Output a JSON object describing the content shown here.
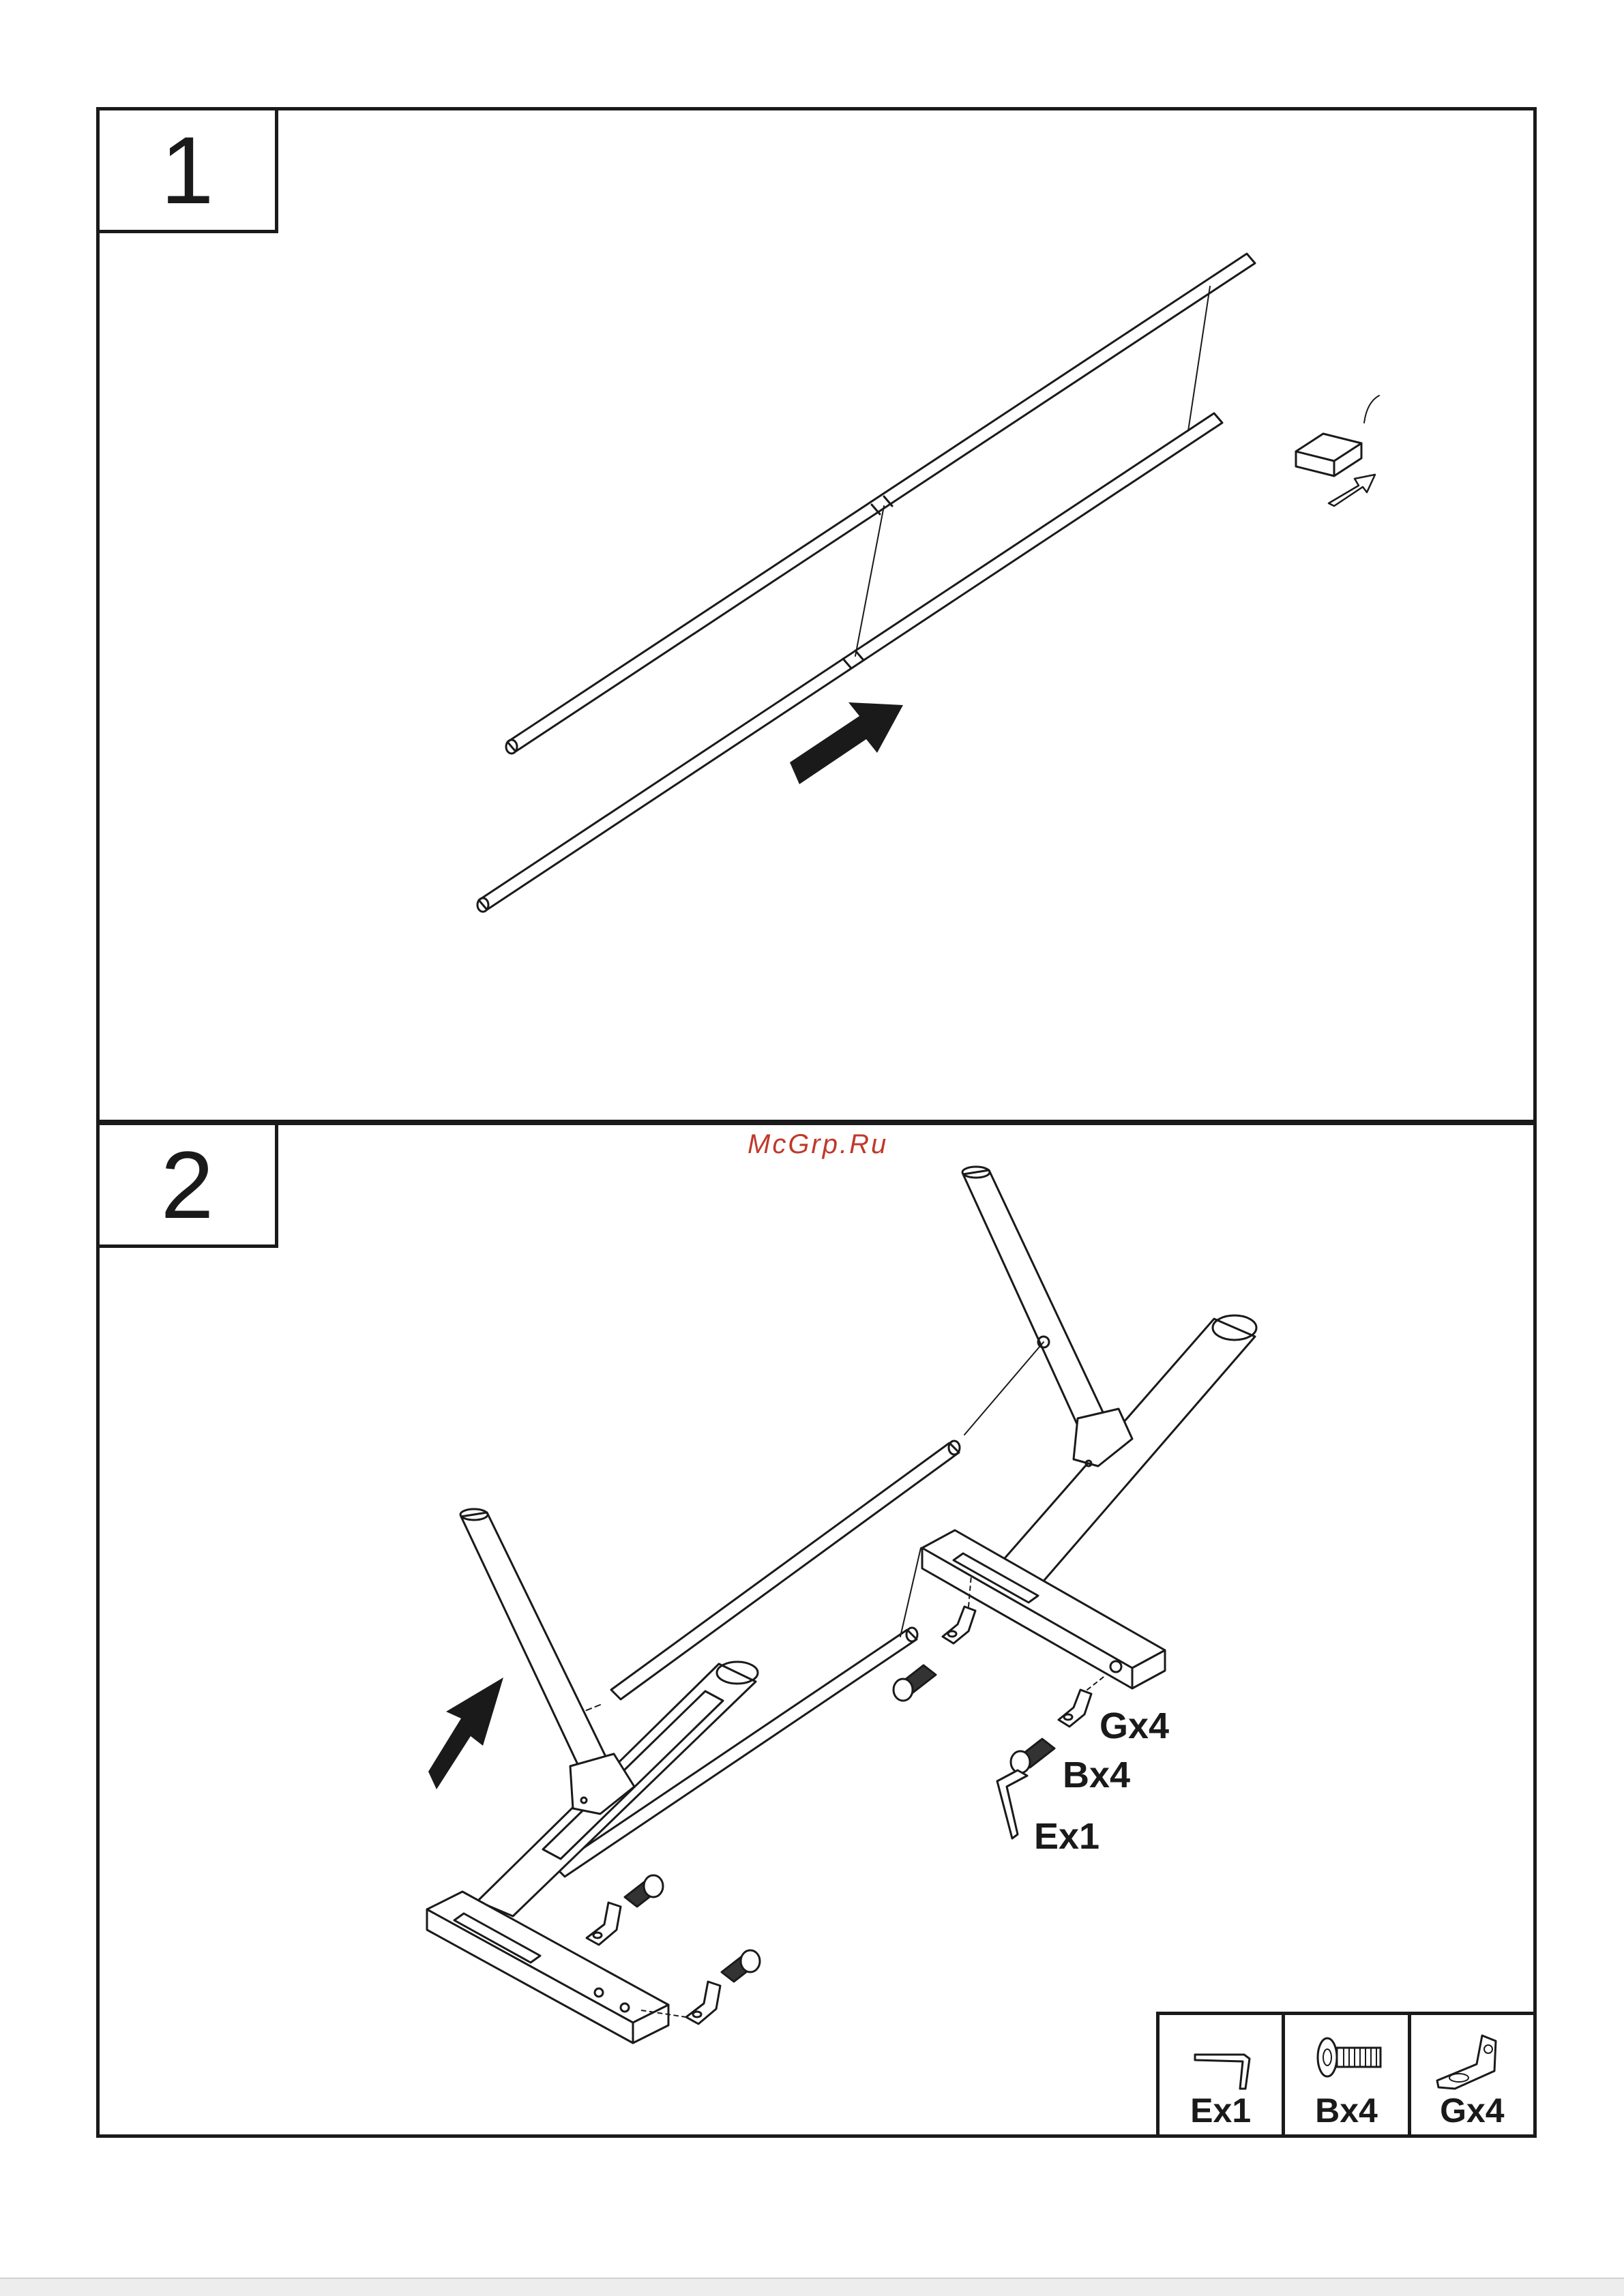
{
  "steps": [
    {
      "number": "1"
    },
    {
      "number": "2"
    }
  ],
  "watermark": "McGrp.Ru",
  "callouts": {
    "g": "Gx4",
    "b": "Bx4",
    "e": "Ex1"
  },
  "parts": [
    {
      "label": "Ex1",
      "icon": "allen-key-icon"
    },
    {
      "label": "Bx4",
      "icon": "bolt-icon"
    },
    {
      "label": "Gx4",
      "icon": "bracket-icon"
    }
  ]
}
